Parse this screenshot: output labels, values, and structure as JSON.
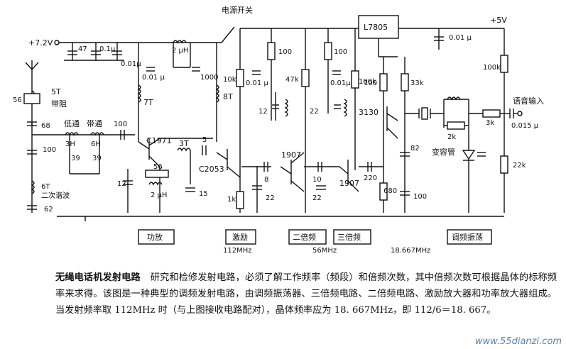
{
  "supply": {
    "battery": "+7.2V",
    "regulated": "+5V",
    "regulator": "L7805",
    "power_switch": "电源开关"
  },
  "stages": {
    "power_amp": "功放",
    "driver": "激励",
    "driver_freq": "112MHz",
    "doubler": "二倍频",
    "doubler_freq": "56MHz",
    "tripler": "三倍频",
    "tripler_freq": "18.667MHz",
    "fm_osc": "调频振荡"
  },
  "components": {
    "c_47": "47",
    "c_01u_a": "0.1μ",
    "c_001u_a": "0.01μ",
    "coil_2uh_top": "2 μH",
    "c_001u_b": "0.01 μ",
    "c_1000": "1000",
    "coil_7t": "7T",
    "coil_8t": "8T",
    "coil_5t": "5T",
    "bandstop": "带阻",
    "c_56_trap": "56",
    "c_68": "68",
    "lowpass": "低通",
    "bandpass": "带通",
    "c_100_a": "100",
    "c_100_b": "100",
    "coil_3h": "3H",
    "coil_6h": "6H",
    "c_39_a": "39",
    "c_39_b": "39",
    "coil_6t": "6T",
    "harmonic_trap": "二次谐波",
    "c_62": "62",
    "q_c1971": "C1971",
    "c_12_a": "12",
    "r_56": "56",
    "coil_2uh_bot": "2 μH",
    "coil_3t": "3T",
    "c_5": "5",
    "c_15": "15",
    "q_c2053": "C2053",
    "r_10k": "10k",
    "c_001u_c": "0.01 μ",
    "r_100_a": "100",
    "c_12_b": "12",
    "c_8": "8",
    "r_1k": "1k",
    "c_22_a": "22",
    "r_47k": "47k",
    "q_1907_a": "1907",
    "c_10": "10",
    "c_22_b": "22",
    "r_100_b": "100",
    "c_001u_d": "0.01μ",
    "c_22_c": "22",
    "r_100k_a": "100k",
    "q_1907_b": "1907",
    "c_220": "220",
    "r_100_c": "100",
    "r_33k": "33k",
    "q_3130": "3130",
    "c_82": "82",
    "r_680": "680",
    "c_100_c": "100",
    "c_001u_e": "0.01 μ",
    "r_100k_b": "100k",
    "r_2k": "2k",
    "r_3k": "3k",
    "varactor": "变容管",
    "r_22k": "22k",
    "audio_in": "语音输入",
    "c_0015u": "0.015 μ"
  },
  "caption": {
    "title": "无绳电话机发射电路",
    "body": "研究和检修发射电路，必须了解工作频率（频段）和倍频次数，其中倍频次数可根据晶体的标称频率来求得。该图是一种典型的调频发射电路，由调频振荡器、三倍频电路、二倍频电路、激励放大器和功率放大器组成。当发射频率取 112MHz 时（与上图接收电路配对），晶体频率应为 18. 667MHz，即 112/6＝18. 667。"
  },
  "watermark": "www.55dianzi.com"
}
